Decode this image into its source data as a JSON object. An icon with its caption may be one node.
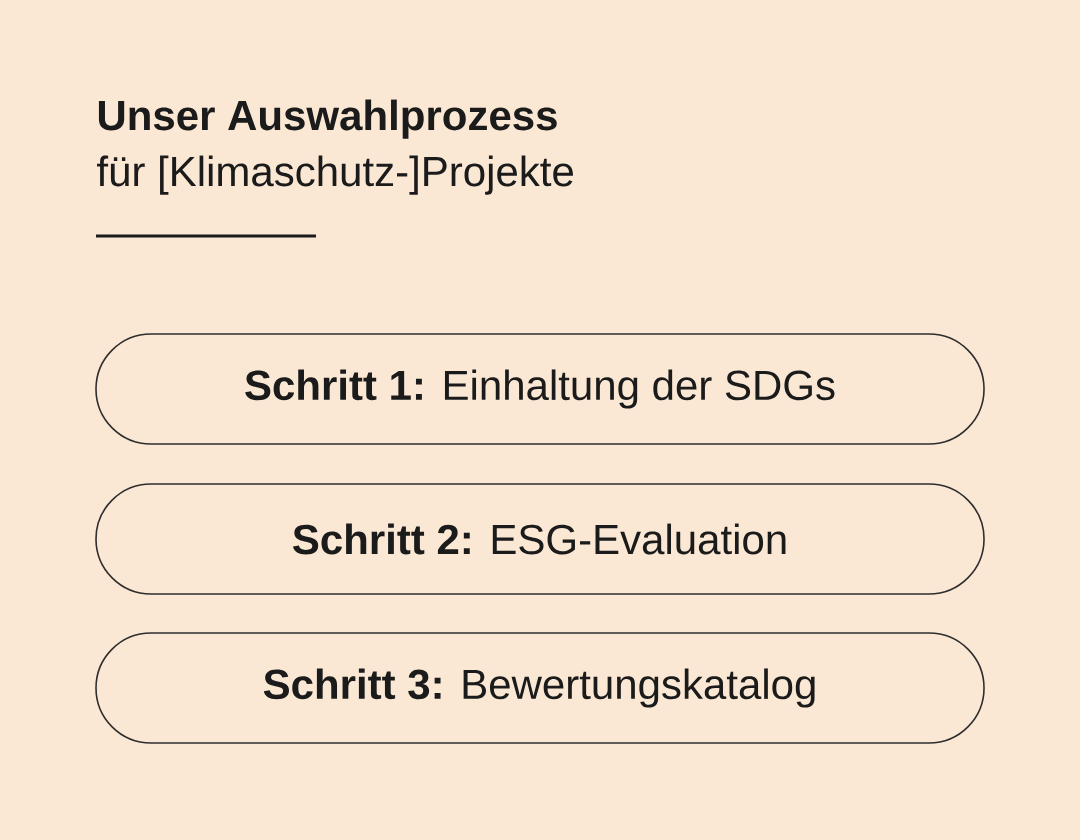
{
  "diagram": {
    "title": "Unser Auswahlprozess",
    "nodes": [
      {
        "text": [
          "**Schritt 1:** Einhaltung der SDGs"
        ]
      },
      {
        "text": [
          "**Schritt 2:** ESG-Evaluation"
        ]
      },
      {
        "text": [
          "**Schritt 3:** Bewertungskatalog"
        ]
      }
    ],
    "labels": [
      "für [Klimaschutz-]Projekte"
    ]
  }
}
